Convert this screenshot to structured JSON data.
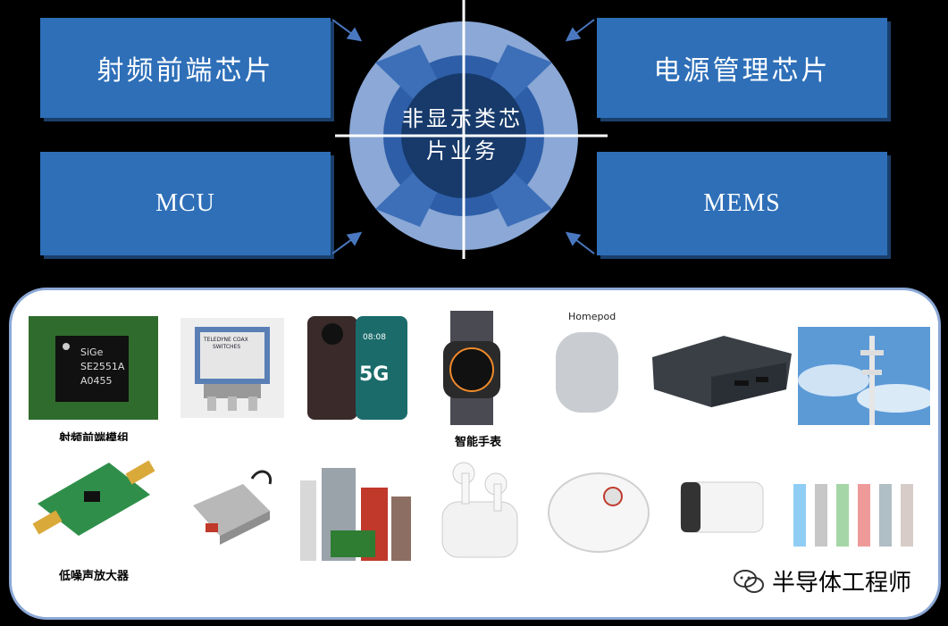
{
  "categories": {
    "rf_front_end": "射频前端芯片",
    "power_management": "电源管理芯片",
    "mcu": "MCU",
    "mems": "MEMS"
  },
  "hub": {
    "line1": "非显示类芯",
    "line2": "片业务"
  },
  "captions": {
    "rf_module": "射频前端模组",
    "smartwatch": "智能手表",
    "lna": "低噪声放大器"
  },
  "product_labels": {
    "chip_brand": "SiGe",
    "chip_part": "SE2551A",
    "chip_code": "A0455",
    "coax_brand": "TELEDYNE COAX",
    "coax_type": "SWITCHES",
    "phone_badge": "5G",
    "phone_time": "08:08",
    "speaker_name": "Homepod"
  },
  "brand": {
    "text": "半导体工程师"
  },
  "colors": {
    "accent": "#2e6fb8",
    "ring_light": "#8ba8d6",
    "hub_dark": "#173a6b"
  }
}
